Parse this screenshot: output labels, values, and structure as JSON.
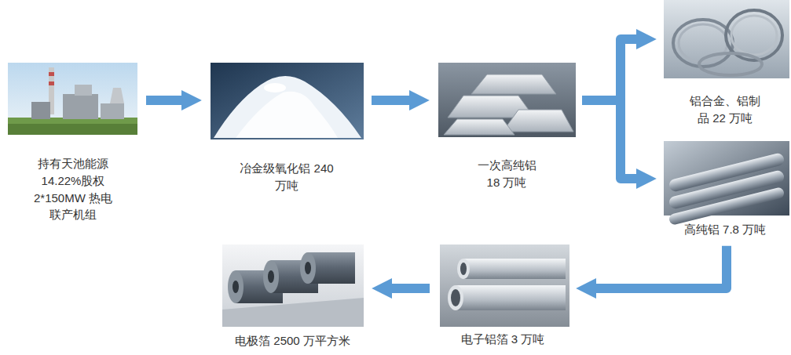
{
  "diagram": {
    "nodes": [
      {
        "text": [
          "持有天池能源 14.22%股权 2*150MW 热电 联产机组"
        ]
      },
      {
        "text": [
          "冶金级氧化铝 240 万吨"
        ]
      },
      {
        "text": [
          "一次高纯铝 18 万吨"
        ]
      },
      {
        "text": [
          "铝合金、铝制 品 22 万吨"
        ]
      },
      {
        "text": [
          "高纯铝 7.8 万吨"
        ]
      },
      {
        "text": [
          "电子铝箔 3 万吨"
        ]
      },
      {
        "text": [
          "电极箔 2500 万平方米"
        ]
      }
    ],
    "edges": [
      {
        "from": 0,
        "to": 1,
        "arrow": "to"
      },
      {
        "from": 1,
        "to": 2,
        "arrow": "to"
      },
      {
        "from": 2,
        "to": 3,
        "arrow": "to"
      },
      {
        "from": 2,
        "to": 4,
        "arrow": "to"
      },
      {
        "from": 4,
        "to": 5,
        "arrow": "to"
      },
      {
        "from": 5,
        "to": 6,
        "arrow": "to"
      }
    ]
  }
}
